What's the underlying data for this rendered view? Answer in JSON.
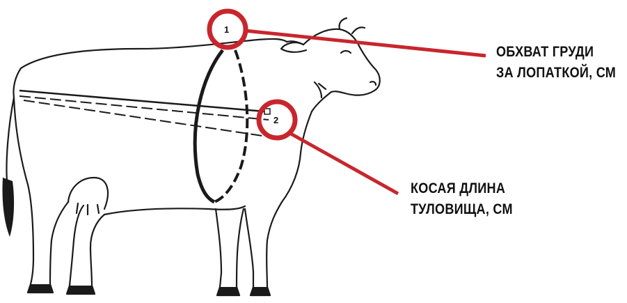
{
  "annotations": [
    {
      "marker": "1",
      "label_lines": [
        "ОБХВАТ ГРУДИ",
        "ЗА ЛОПАТКОЙ, СМ"
      ]
    },
    {
      "marker": "2",
      "label_lines": [
        "КОСАЯ ДЛИНА",
        "ТУЛОВИЩА, СМ"
      ]
    }
  ],
  "colors": {
    "accent": "#c8262d",
    "ink": "#111111",
    "background": "#ffffff"
  },
  "figure": {
    "subject": "cow-line-drawing"
  }
}
